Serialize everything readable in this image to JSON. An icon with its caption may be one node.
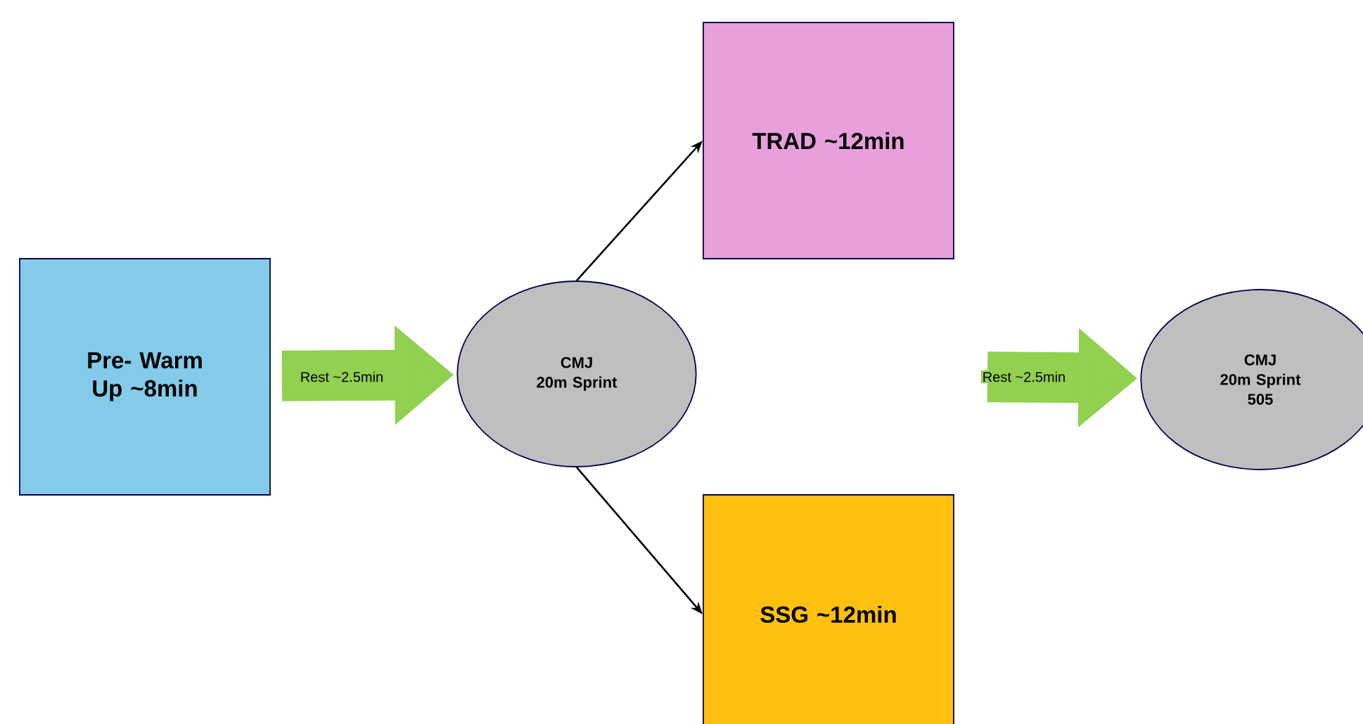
{
  "diagram": {
    "nodes": [
      {
        "text": [
          "Pre- Warm Up ~8min"
        ]
      },
      {
        "text": [
          "CMJ",
          "20m Sprint"
        ]
      },
      {
        "text": [
          "TRAD ~12min"
        ]
      },
      {
        "text": [
          "SSG ~12min"
        ]
      },
      {
        "text": [
          "CMJ",
          "20m Sprint",
          "505"
        ]
      }
    ],
    "edges": [
      {
        "from": 0,
        "to": 1,
        "arrow": "to",
        "label": "Rest ~2.5min",
        "style": "thick",
        "color": "#92d050"
      },
      {
        "from": 1,
        "to": 2,
        "arrow": "to",
        "color": "#000000"
      },
      {
        "from": 1,
        "to": 3,
        "arrow": "to",
        "color": "#000000"
      },
      {
        "from": null,
        "to": 4,
        "arrow": "to",
        "label": "Rest ~2.5min",
        "style": "thick",
        "color": "#92d050"
      }
    ]
  }
}
